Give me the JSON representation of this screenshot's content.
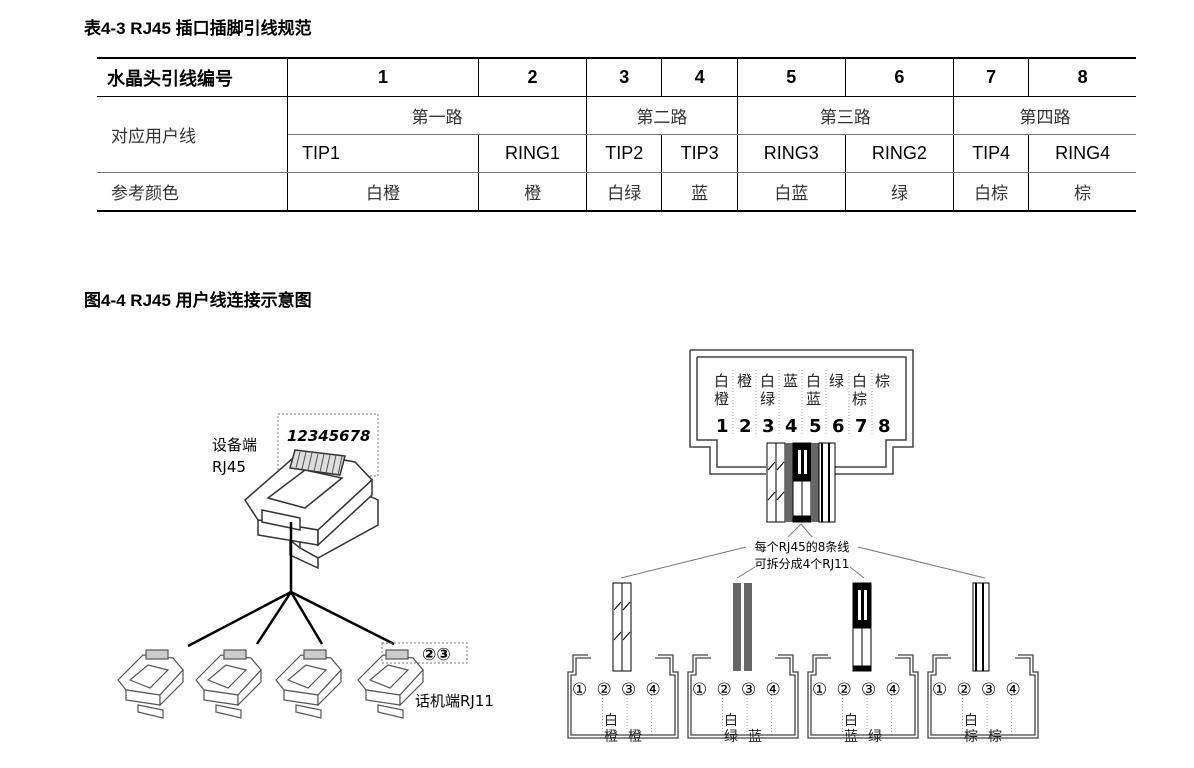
{
  "table_caption": "表4-3  RJ45 插口插脚引线规范",
  "table": {
    "header_label": "水晶头引线编号",
    "pins": [
      "1",
      "2",
      "3",
      "4",
      "5",
      "6",
      "7",
      "8"
    ],
    "row_user_line_label": "对应用户线",
    "channels": [
      "第一路",
      "第二路",
      "第三路",
      "第四路"
    ],
    "signals": [
      "TIP1",
      "RING1",
      "TIP2",
      "TIP3",
      "RING3",
      "RING2",
      "TIP4",
      "RING4"
    ],
    "row_color_label": "参考颜色",
    "colors": [
      "白橙",
      "橙",
      "白绿",
      "蓝",
      "白蓝",
      "绿",
      "白棕",
      "棕"
    ]
  },
  "figure_caption": "图4-4  RJ45 用户线连接示意图",
  "figure": {
    "left": {
      "device_label_line1": "设备端",
      "device_label_line2": "RJ45",
      "pin_numbers": "12345678",
      "phone_pins": "②③",
      "phone_label": "话机端RJ11"
    },
    "right": {
      "rj45_color_labels": [
        [
          "白",
          "橙"
        ],
        [
          "橙",
          ""
        ],
        [
          "白",
          "绿"
        ],
        [
          "蓝",
          ""
        ],
        [
          "白",
          "蓝"
        ],
        [
          "绿",
          ""
        ],
        [
          "白",
          "棕"
        ],
        [
          "棕",
          ""
        ]
      ],
      "rj45_pins": [
        "1",
        "2",
        "3",
        "4",
        "5",
        "6",
        "7",
        "8"
      ],
      "note_line1": "每个RJ45的8条线",
      "note_line2": "可拆分成4个RJ11",
      "rj11_pins": [
        "①",
        "②",
        "③",
        "④"
      ],
      "rj11_connectors": [
        {
          "pin2": [
            "白",
            "橙"
          ],
          "pin3": "橙"
        },
        {
          "pin2": [
            "白",
            "绿"
          ],
          "pin3": "蓝"
        },
        {
          "pin2": [
            "白",
            "蓝"
          ],
          "pin3": "绿"
        },
        {
          "pin2": [
            "白",
            "棕"
          ],
          "pin3": "棕"
        }
      ]
    }
  }
}
